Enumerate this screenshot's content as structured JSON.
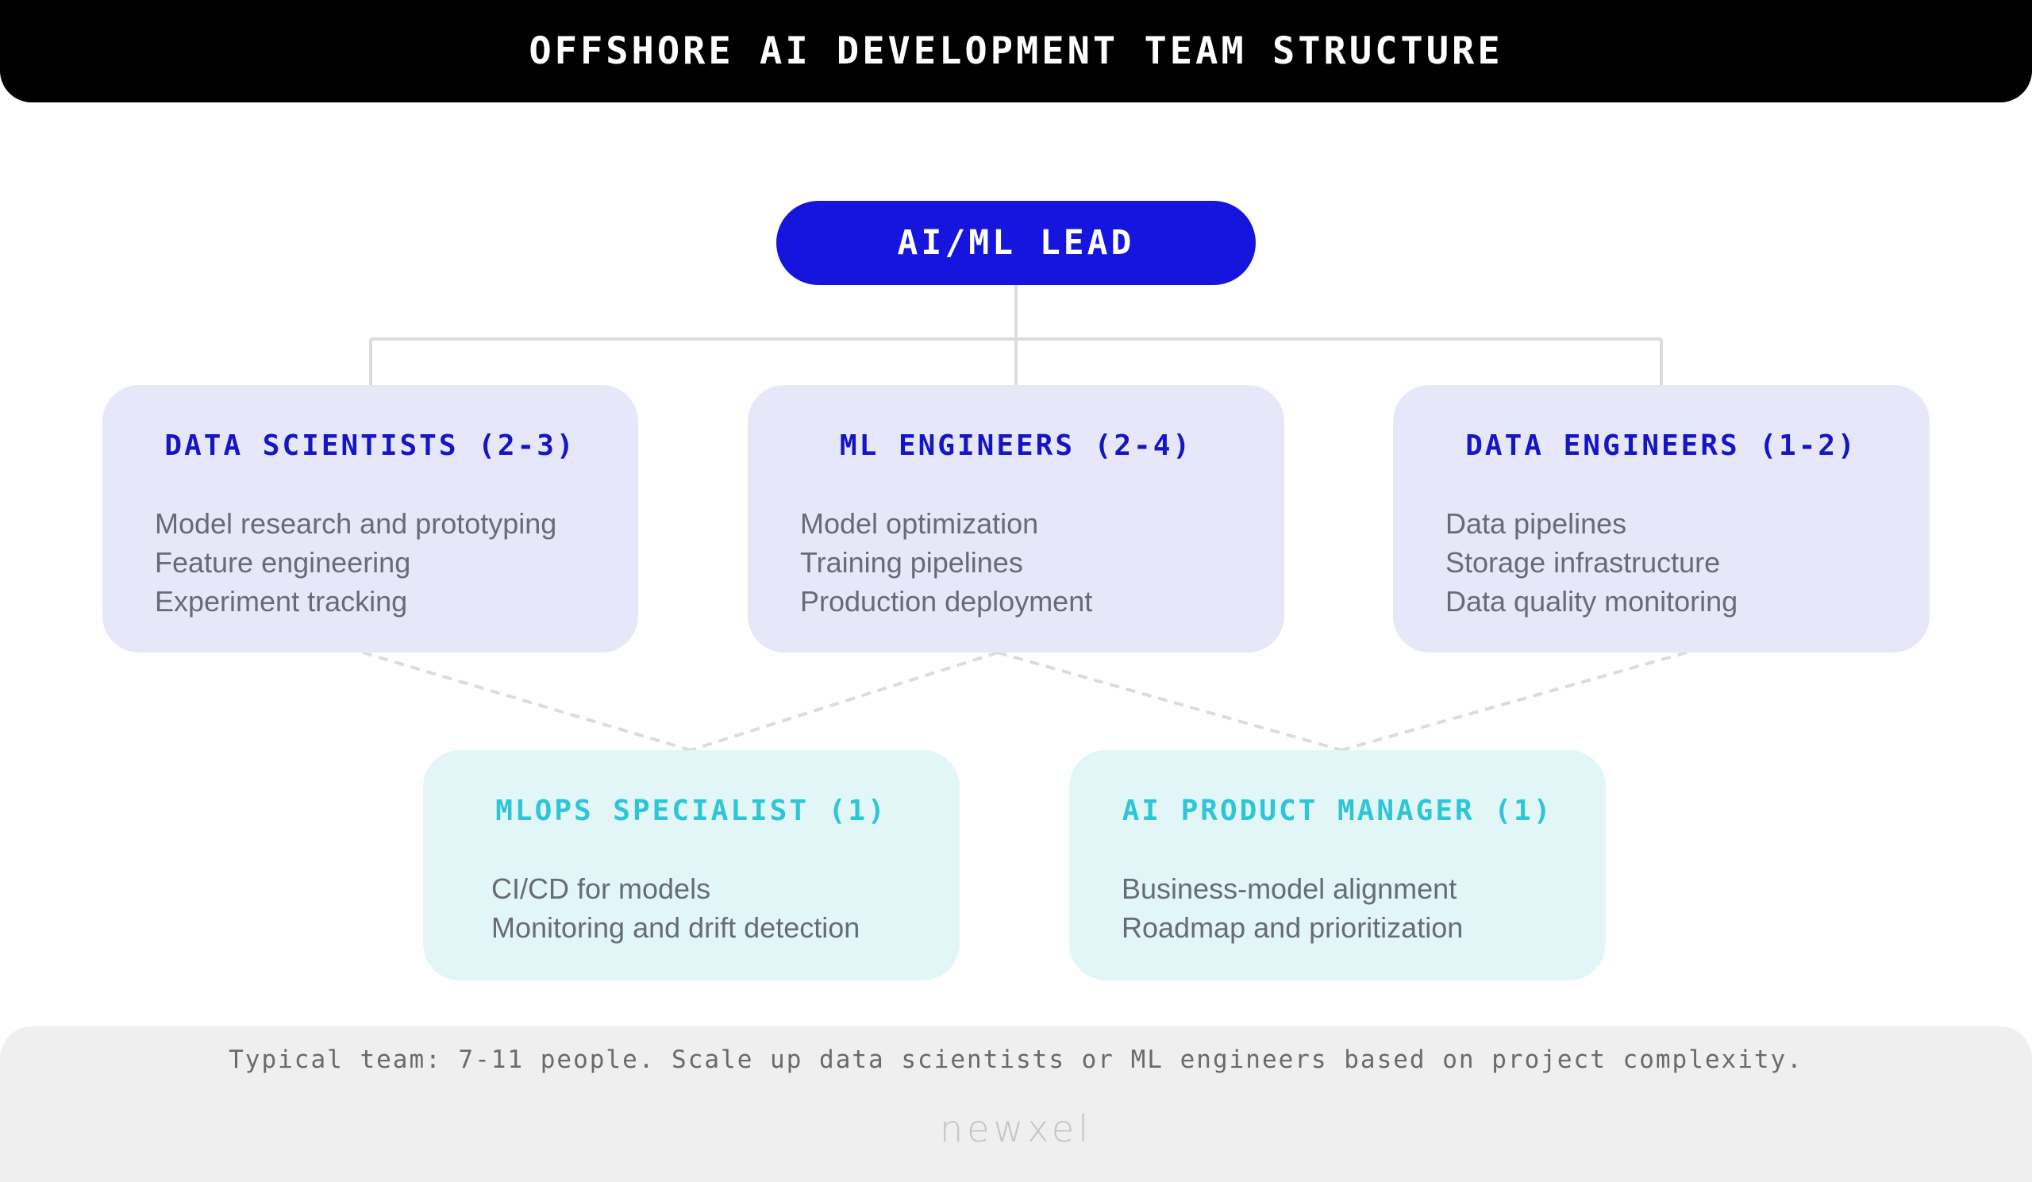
{
  "header": {
    "title": "OFFSHORE AI DEVELOPMENT TEAM STRUCTURE"
  },
  "lead": {
    "label": "AI/ML LEAD"
  },
  "primary_roles": [
    {
      "title": "DATA SCIENTISTS (2-3)",
      "items": [
        "Model research and prototyping",
        "Feature engineering",
        "Experiment tracking"
      ]
    },
    {
      "title": "ML ENGINEERS (2-4)",
      "items": [
        "Model optimization",
        "Training pipelines",
        "Production deployment"
      ]
    },
    {
      "title": "DATA ENGINEERS (1-2)",
      "items": [
        "Data pipelines",
        "Storage infrastructure",
        "Data quality monitoring"
      ]
    }
  ],
  "secondary_roles": [
    {
      "title": "MLOPS SPECIALIST (1)",
      "items": [
        "CI/CD for models",
        "Monitoring and drift detection"
      ]
    },
    {
      "title": "AI PRODUCT MANAGER (1)",
      "items": [
        "Business-model alignment",
        "Roadmap and prioritization"
      ]
    }
  ],
  "footer": {
    "note": "Typical team: 7-11 people. Scale up data scientists or ML engineers based on project complexity.",
    "logo": "newxel"
  },
  "colors": {
    "header_bg": "#000000",
    "lead_bg": "#1515dd",
    "primary_card_bg": "#e7e7fa",
    "primary_title": "#1515c8",
    "secondary_card_bg": "#e2f6f8",
    "secondary_title": "#2ec6d6",
    "body_text": "#676b76",
    "connector": "#dcdcdc"
  }
}
